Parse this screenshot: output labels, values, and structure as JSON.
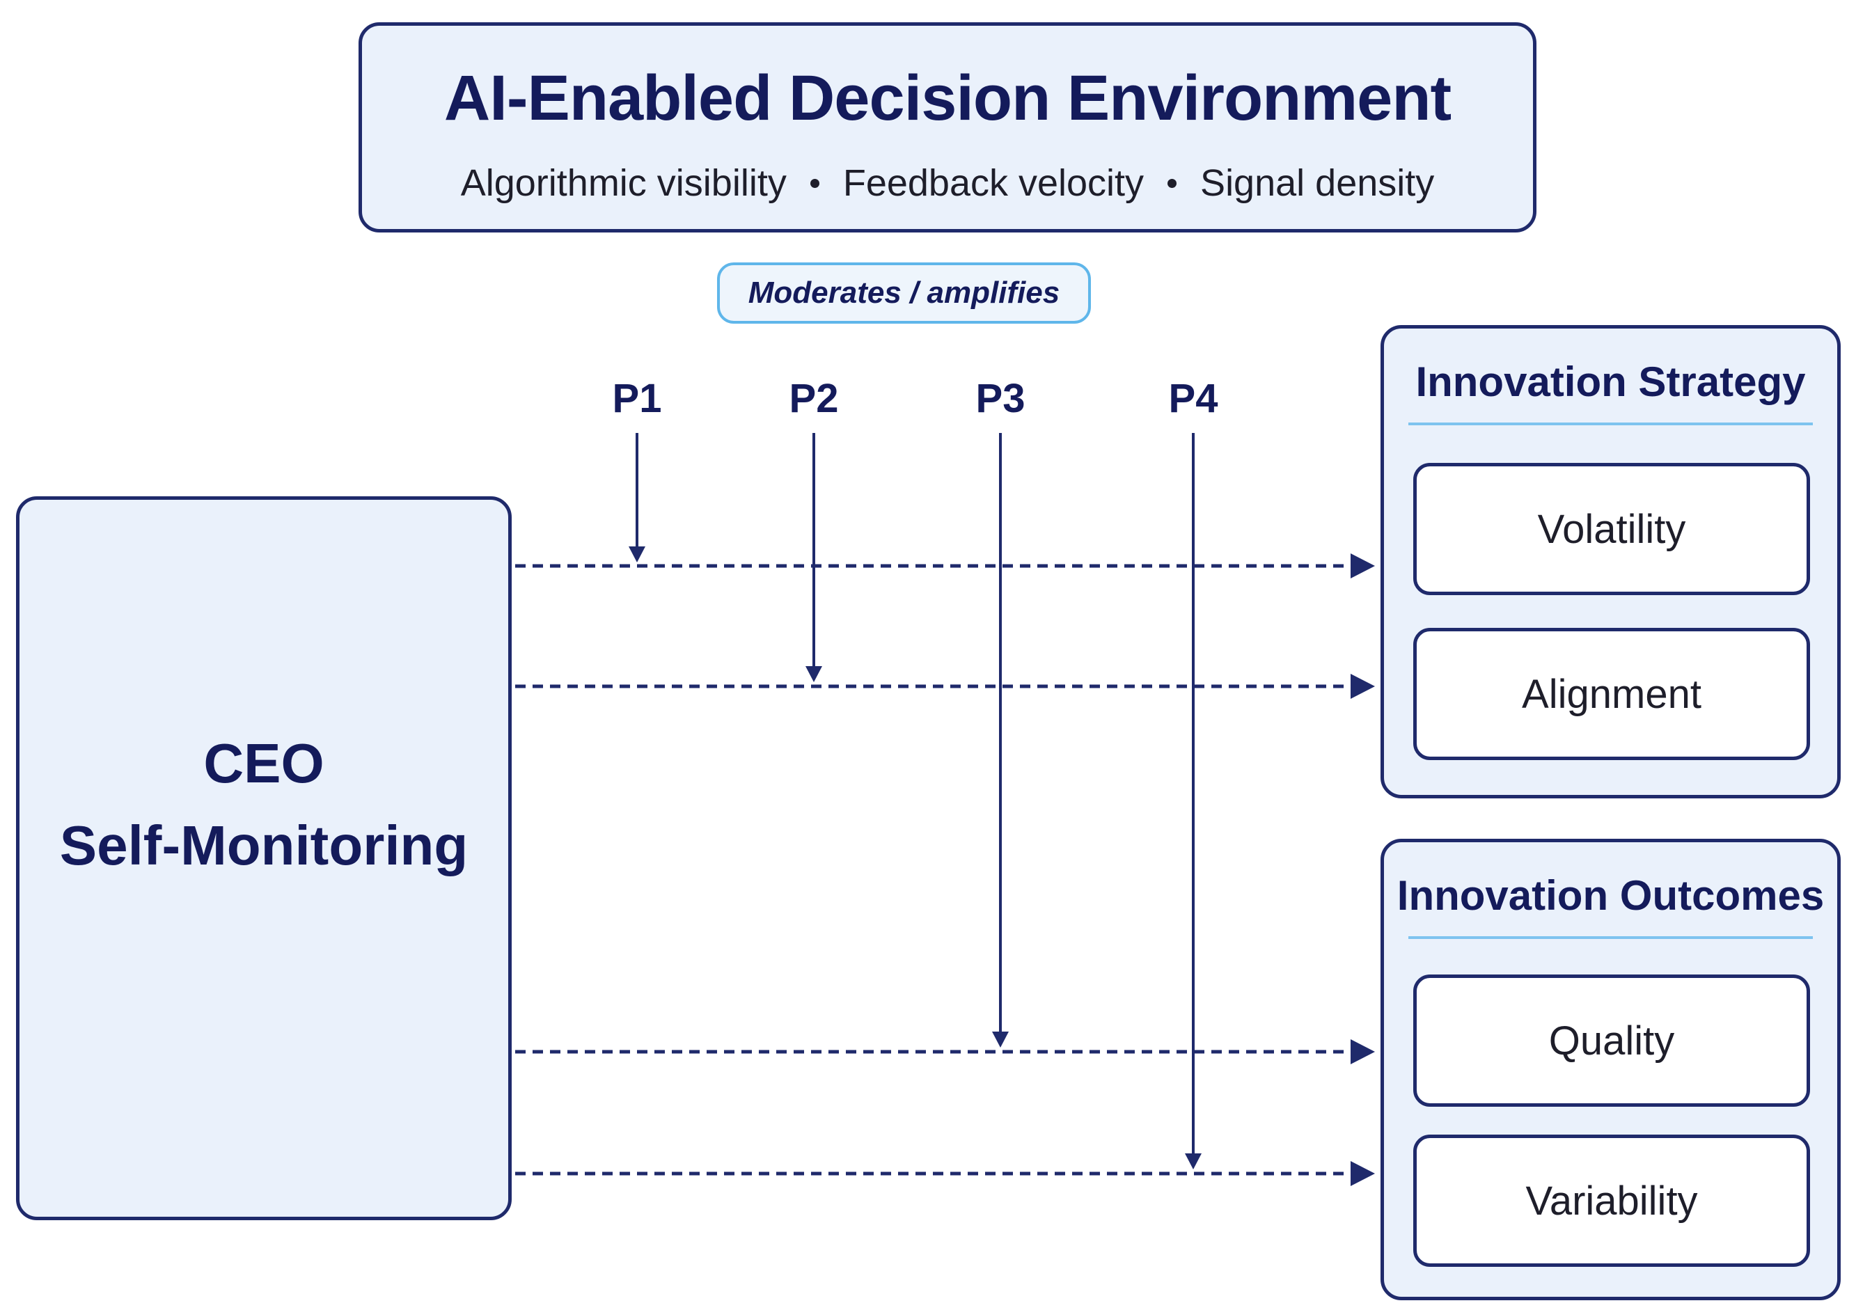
{
  "environment": {
    "title": "AI-Enabled Decision Environment",
    "features": [
      "Algorithmic visibility",
      "Feedback velocity",
      "Signal density"
    ]
  },
  "moderator": {
    "label": "Moderates / amplifies"
  },
  "ceo": {
    "line1": "CEO",
    "line2": "Self-Monitoring"
  },
  "propositions": [
    "P1",
    "P2",
    "P3",
    "P4"
  ],
  "strategy": {
    "title": "Innovation Strategy",
    "items": [
      "Volatility",
      "Alignment"
    ]
  },
  "outcomes": {
    "title": "Innovation Outcomes",
    "items": [
      "Quality",
      "Variability"
    ]
  },
  "colors": {
    "navy": "#1f2a6b",
    "box_fill": "#eaf1fb",
    "accent_blue": "#5fb6ea"
  }
}
